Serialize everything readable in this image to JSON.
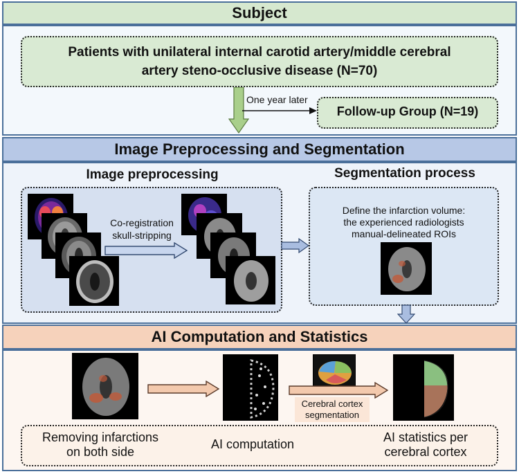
{
  "subject": {
    "title": "Subject",
    "patients_line1": "Patients with unilateral internal carotid artery/middle cerebral",
    "patients_line2": "artery steno-occlusive disease (N=70)",
    "one_year_later": "One year later",
    "followup": "Follow-up Group (N=19)"
  },
  "preprocessing": {
    "title": "Image Preprocessing and Segmentation",
    "image_preprocessing": "Image preprocessing",
    "coregistration": "Co-registration",
    "skull_stripping": "skull-stripping",
    "segmentation_process": "Segmentation process",
    "define_line1": "Define the infarction volume:",
    "define_line2": "the experienced radiologists",
    "define_line3": "manual-delineated ROIs"
  },
  "ai": {
    "title": "AI Computation and Statistics",
    "cortex_seg_line1": "Cerebral cortex",
    "cortex_seg_line2": "segmentation",
    "removing_line1": "Removing infarctions",
    "removing_line2": "on both side",
    "ai_computation": "AI computation",
    "stats_line1": "AI statistics per",
    "stats_line2": "cerebral cortex"
  },
  "colors": {
    "subject_bg": "#d6e8cf",
    "preproc_bg": "#b7c8e6",
    "ai_bg": "#f6d2bb",
    "panel_blue": "#dde6f3",
    "arrow_green": "#a9cf8b",
    "arrow_blue": "#a9bde0",
    "arrow_peach": "#f3c9ad"
  }
}
